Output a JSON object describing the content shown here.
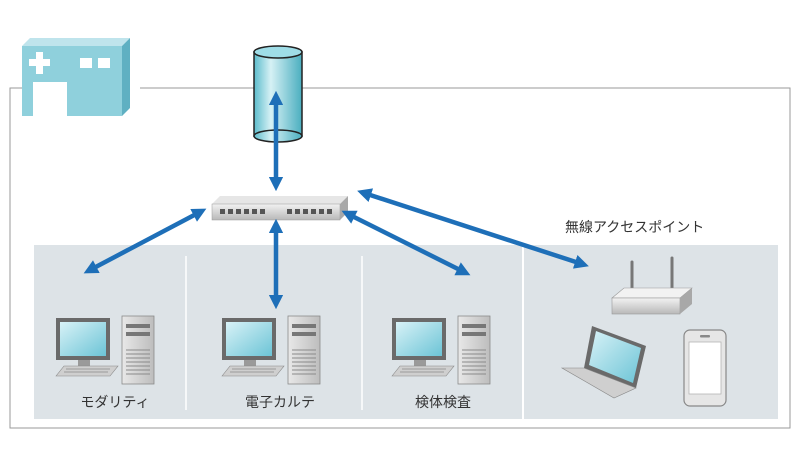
{
  "labels": {
    "modality": "モダリティ",
    "ehr": "電子カルテ",
    "lab": "検体検査",
    "access_point": "無線アクセスポイント"
  },
  "colors": {
    "arrow": "#1e6fb8",
    "panel": "#dde3e7",
    "hospital": "#8fd0dc",
    "database": "#7fcfdc",
    "outline": "#9a9a9a"
  },
  "icons": [
    "hospital-icon",
    "database-icon",
    "network-switch-icon",
    "desktop-pc-icon",
    "tower-server-icon",
    "wireless-router-icon",
    "laptop-icon",
    "smartphone-icon"
  ]
}
